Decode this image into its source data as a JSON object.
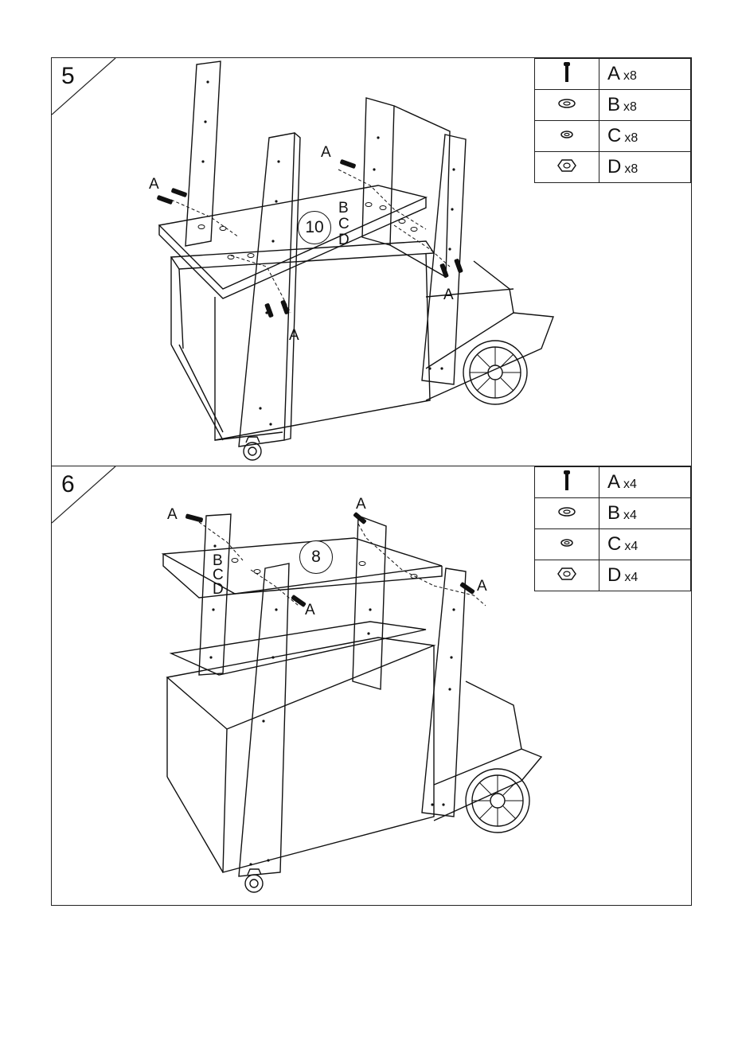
{
  "steps": [
    {
      "number": "5",
      "circle_label": "10",
      "parts": [
        {
          "letter": "A",
          "qty": "x8",
          "icon": "bolt-icon"
        },
        {
          "letter": "B",
          "qty": "x8",
          "icon": "flat-washer-icon"
        },
        {
          "letter": "C",
          "qty": "x8",
          "icon": "spring-washer-icon"
        },
        {
          "letter": "D",
          "qty": "x8",
          "icon": "hex-nut-icon"
        }
      ],
      "callouts": {
        "a1": "A",
        "a2": "A",
        "a3": "A",
        "a4": "A",
        "b": "B",
        "c": "C",
        "d": "D"
      }
    },
    {
      "number": "6",
      "circle_label": "8",
      "parts": [
        {
          "letter": "A",
          "qty": "x4",
          "icon": "bolt-icon"
        },
        {
          "letter": "B",
          "qty": "x4",
          "icon": "flat-washer-icon"
        },
        {
          "letter": "C",
          "qty": "x4",
          "icon": "spring-washer-icon"
        },
        {
          "letter": "D",
          "qty": "x4",
          "icon": "hex-nut-icon"
        }
      ],
      "callouts": {
        "a1": "A",
        "a2": "A",
        "a3": "A",
        "a4": "A",
        "b": "B",
        "c": "C",
        "d": "D"
      }
    }
  ]
}
